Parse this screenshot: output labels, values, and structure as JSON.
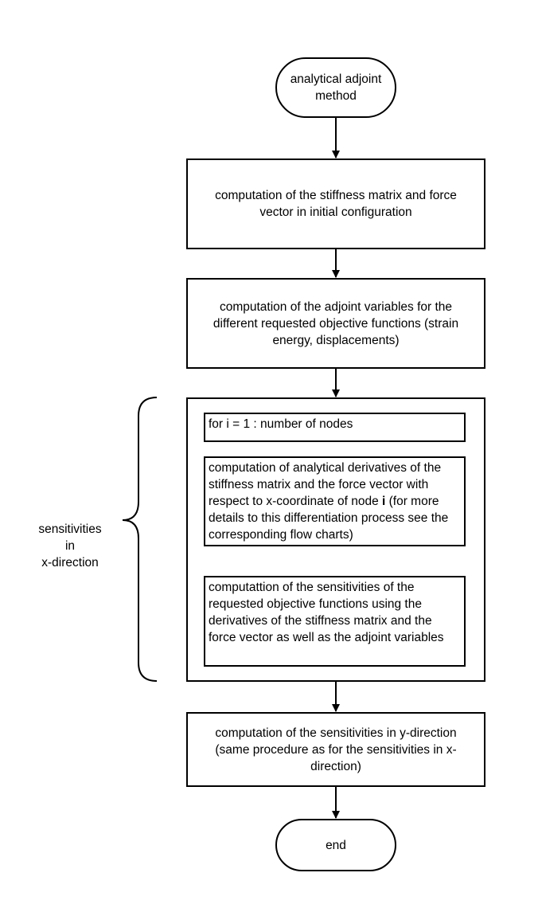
{
  "nodes": {
    "start": "analytical adjoint method",
    "stiffness": "computation of the stiffness matrix and force vector in initial configuration",
    "adjoint": "computation of the adjoint variables for the different requested objective functions (strain energy, displacements)",
    "loop": "for i = 1 : number of nodes",
    "derivatives": {
      "before_bold": "computation of analytical derivatives of the stiffness matrix and the force vector with respect to x-coordinate of node ",
      "bold": "i",
      "after_bold": " (for more details to this differentiation process see the corresponding flow charts)"
    },
    "sensitivities": "computattion of the sensitivities of the requested objective functions using the derivatives of the stiffness matrix and the force vector as well as the adjoint variables",
    "y_direction": "computation of the sensitivities in y-direction (same procedure as for the sensitivities in x-direction)",
    "end": "end"
  },
  "brace_label": {
    "line1": "sensitivities",
    "line2": "in",
    "line3": "x-direction"
  }
}
